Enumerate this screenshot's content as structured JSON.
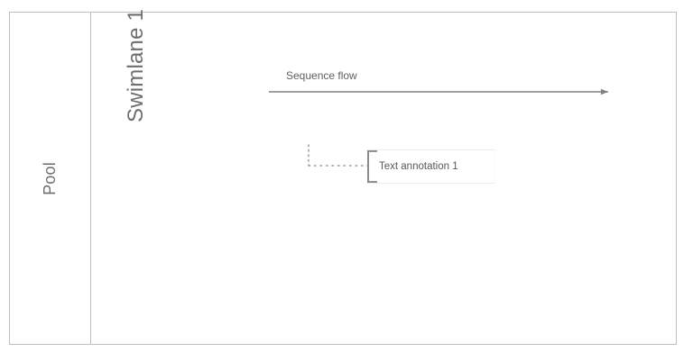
{
  "diagram": {
    "type": "bpmn-pool-swimlane",
    "background_color": "#ffffff",
    "border_color": "#bfbfbf"
  },
  "pool": {
    "label": "Pool",
    "text_color": "#6e6e6e"
  },
  "lane": {
    "label": "Swimlane 1",
    "text_color": "#6e6e6e"
  },
  "sequence_flow": {
    "label": "Sequence flow",
    "line_color": "#808080",
    "arrow_color": "#808080"
  },
  "annotation": {
    "text": "Text annotation 1",
    "text_color": "#595959",
    "bracket_color": "#8a8a8a",
    "association_color": "#9a9a9a",
    "association_style": "dotted"
  }
}
